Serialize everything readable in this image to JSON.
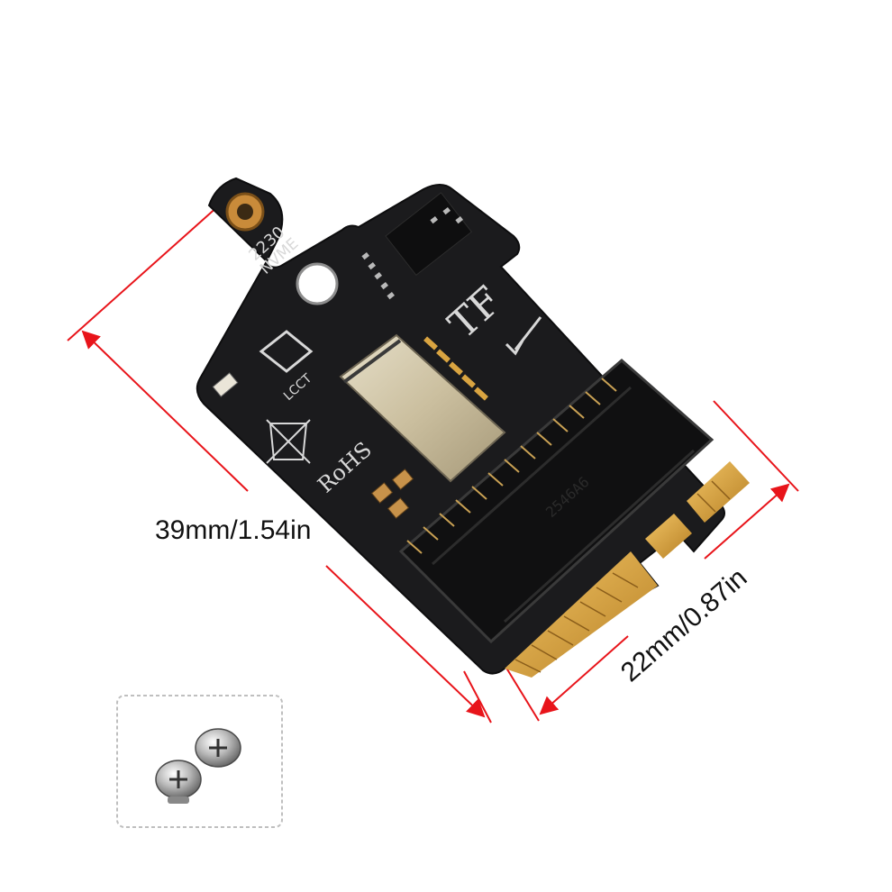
{
  "dimensions": {
    "length_label": "39mm/1.54in",
    "width_label": "22mm/0.87in",
    "arrow_color": "#e8141a"
  },
  "board": {
    "size_marking": "2230",
    "type_marking": "NVME",
    "slot_marking": "TF",
    "logo_text": "LCCT",
    "compliance_text": "RoHS",
    "connector_marking": "2546A6",
    "pcb_color": "#1b1b1d",
    "gold_color": "#d9a441"
  },
  "accessories": {
    "item": "screws",
    "count": 2
  }
}
